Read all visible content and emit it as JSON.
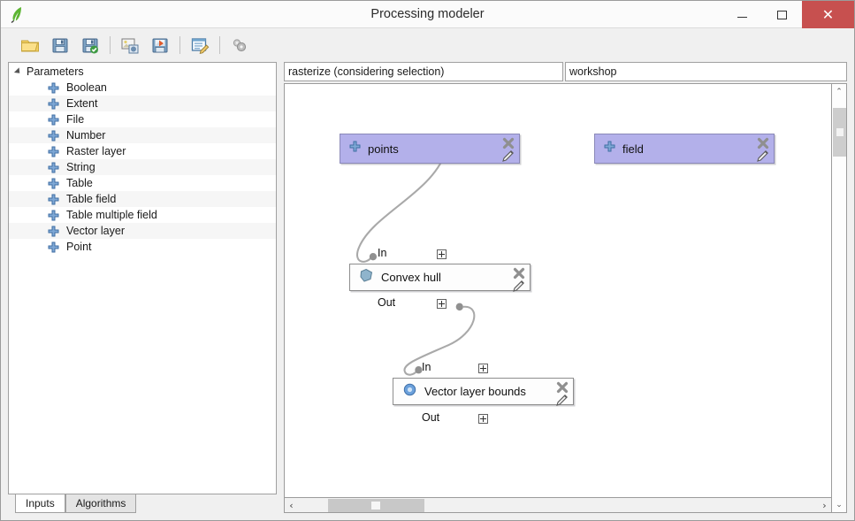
{
  "window": {
    "title": "Processing modeler",
    "logo_icon": "qgis-leaf-icon",
    "controls": {
      "minimize": "—",
      "maximize": "☐",
      "close": "×"
    }
  },
  "toolbar": {
    "items": [
      {
        "name": "open-model-button",
        "icon": "folder-open-icon",
        "tooltip": "Open Model"
      },
      {
        "name": "save-model-button",
        "icon": "floppy-save-icon",
        "tooltip": "Save Model"
      },
      {
        "name": "save-model-as-button",
        "icon": "floppy-save-as-icon",
        "tooltip": "Save Model As"
      },
      {
        "name": "export-image-button",
        "icon": "export-image-icon",
        "tooltip": "Export as Image"
      },
      {
        "name": "export-pdf-button",
        "icon": "export-pdf-icon",
        "tooltip": "Export as PDF"
      },
      {
        "name": "edit-help-button",
        "icon": "edit-help-icon",
        "tooltip": "Edit model help"
      },
      {
        "name": "run-model-button",
        "icon": "run-gears-icon",
        "tooltip": "Run model"
      }
    ]
  },
  "sidebar": {
    "tree_root": "Parameters",
    "items": [
      {
        "label": "Boolean",
        "icon": "parameter-plus-icon"
      },
      {
        "label": "Extent",
        "icon": "parameter-plus-icon"
      },
      {
        "label": "File",
        "icon": "parameter-plus-icon"
      },
      {
        "label": "Number",
        "icon": "parameter-plus-icon"
      },
      {
        "label": "Raster layer",
        "icon": "parameter-plus-icon"
      },
      {
        "label": "String",
        "icon": "parameter-plus-icon"
      },
      {
        "label": "Table",
        "icon": "parameter-plus-icon"
      },
      {
        "label": "Table field",
        "icon": "parameter-plus-icon"
      },
      {
        "label": "Table multiple field",
        "icon": "parameter-plus-icon"
      },
      {
        "label": "Vector layer",
        "icon": "parameter-plus-icon"
      },
      {
        "label": "Point",
        "icon": "parameter-plus-icon"
      }
    ],
    "tabs": [
      {
        "label": "Inputs",
        "active": true
      },
      {
        "label": "Algorithms",
        "active": false
      }
    ]
  },
  "model": {
    "name_value": "rasterize (considering selection)",
    "group_value": "workshop",
    "nodes": [
      {
        "id": "points",
        "label": "points",
        "type": "input",
        "icon": "parameter-plus-icon",
        "close_icon": "close-icon",
        "edit_icon": "pencil-edit-icon"
      },
      {
        "id": "field",
        "label": "field",
        "type": "input",
        "icon": "parameter-plus-icon",
        "close_icon": "close-icon",
        "edit_icon": "pencil-edit-icon"
      },
      {
        "id": "convex-hull",
        "label": "Convex hull",
        "type": "algorithm",
        "icon": "convex-hull-polygon-icon",
        "close_icon": "close-icon",
        "edit_icon": "pencil-edit-icon",
        "in_label": "In",
        "out_label": "Out"
      },
      {
        "id": "vector-layer-bounds",
        "label": "Vector layer bounds",
        "type": "algorithm",
        "icon": "vector-bounds-gear-icon",
        "close_icon": "close-icon",
        "edit_icon": "pencil-edit-icon",
        "in_label": "In",
        "out_label": "Out"
      }
    ]
  },
  "scrollbars": {
    "vertical": {
      "up_glyph": "⌃",
      "down_glyph": "⌄"
    },
    "horizontal": {
      "left_glyph": "‹",
      "right_glyph": "›"
    }
  },
  "colors": {
    "input_node_fill": "#b3b0ea",
    "input_node_border": "#8a88b8",
    "algorithm_node_fill": "#fdfdfd",
    "close_button": "#c7504f",
    "link_line": "#a9a9a9"
  }
}
